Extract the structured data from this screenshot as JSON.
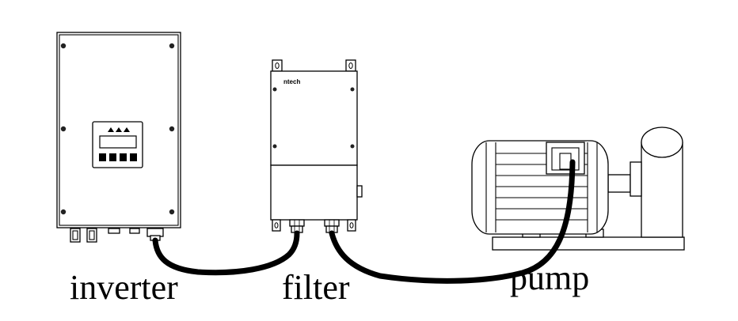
{
  "labels": {
    "inverter": "inverter",
    "filter": "filter",
    "pump": "pump"
  },
  "filter_brand": "ntech",
  "colors": {
    "stroke": "#000000",
    "background": "#ffffff"
  }
}
